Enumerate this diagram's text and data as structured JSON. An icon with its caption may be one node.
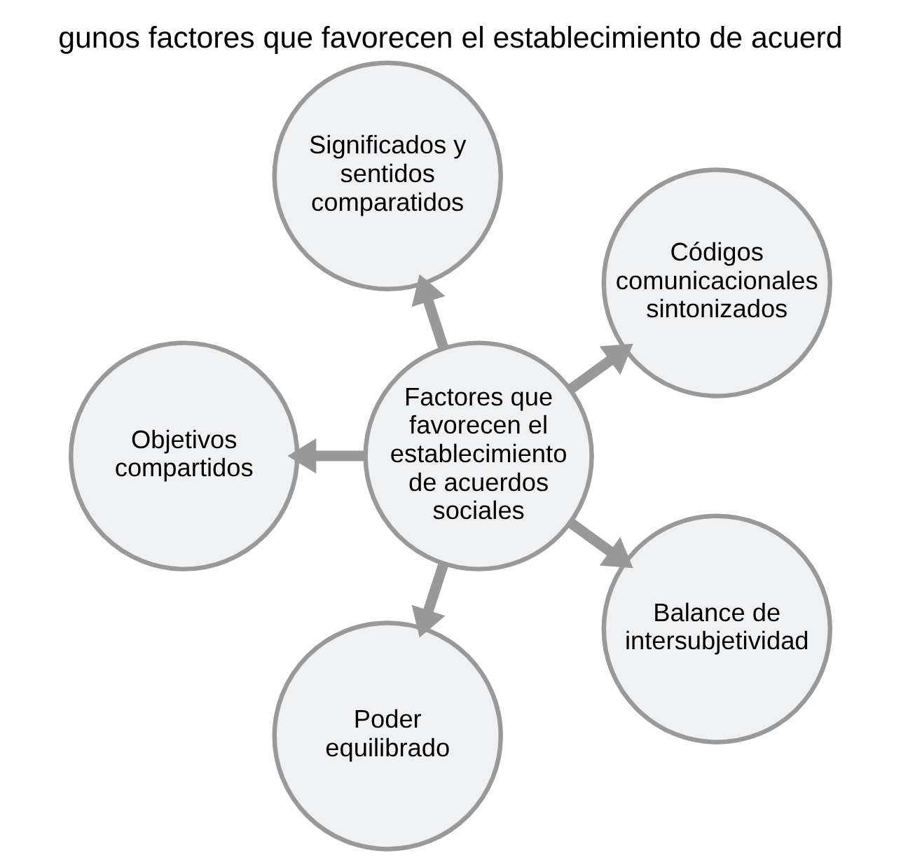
{
  "diagram": {
    "title": "gunos factores que favorecen el establecimiento de acuerd",
    "nodes": [
      {
        "text": [
          "Códigos comunicacionales sintonizados"
        ]
      },
      {
        "text": [
          "Significados y sentidos comparatidos"
        ]
      },
      {
        "text": [
          "Factores que favorecen el establecimiento de acuerdos sociales"
        ]
      },
      {
        "text": [
          "Objetivos compartidos"
        ]
      },
      {
        "text": [
          "Poder equilibrado"
        ]
      },
      {
        "text": [
          "Balance de intersubjetividad"
        ]
      }
    ],
    "edges": [
      {
        "from": 2,
        "to": 0,
        "arrow": "to"
      },
      {
        "from": 2,
        "to": 1,
        "arrow": "to"
      },
      {
        "from": 2,
        "to": 3,
        "arrow": "to"
      },
      {
        "from": 2,
        "to": 4,
        "arrow": "to"
      },
      {
        "from": 2,
        "to": 5,
        "arrow": "to"
      }
    ]
  }
}
